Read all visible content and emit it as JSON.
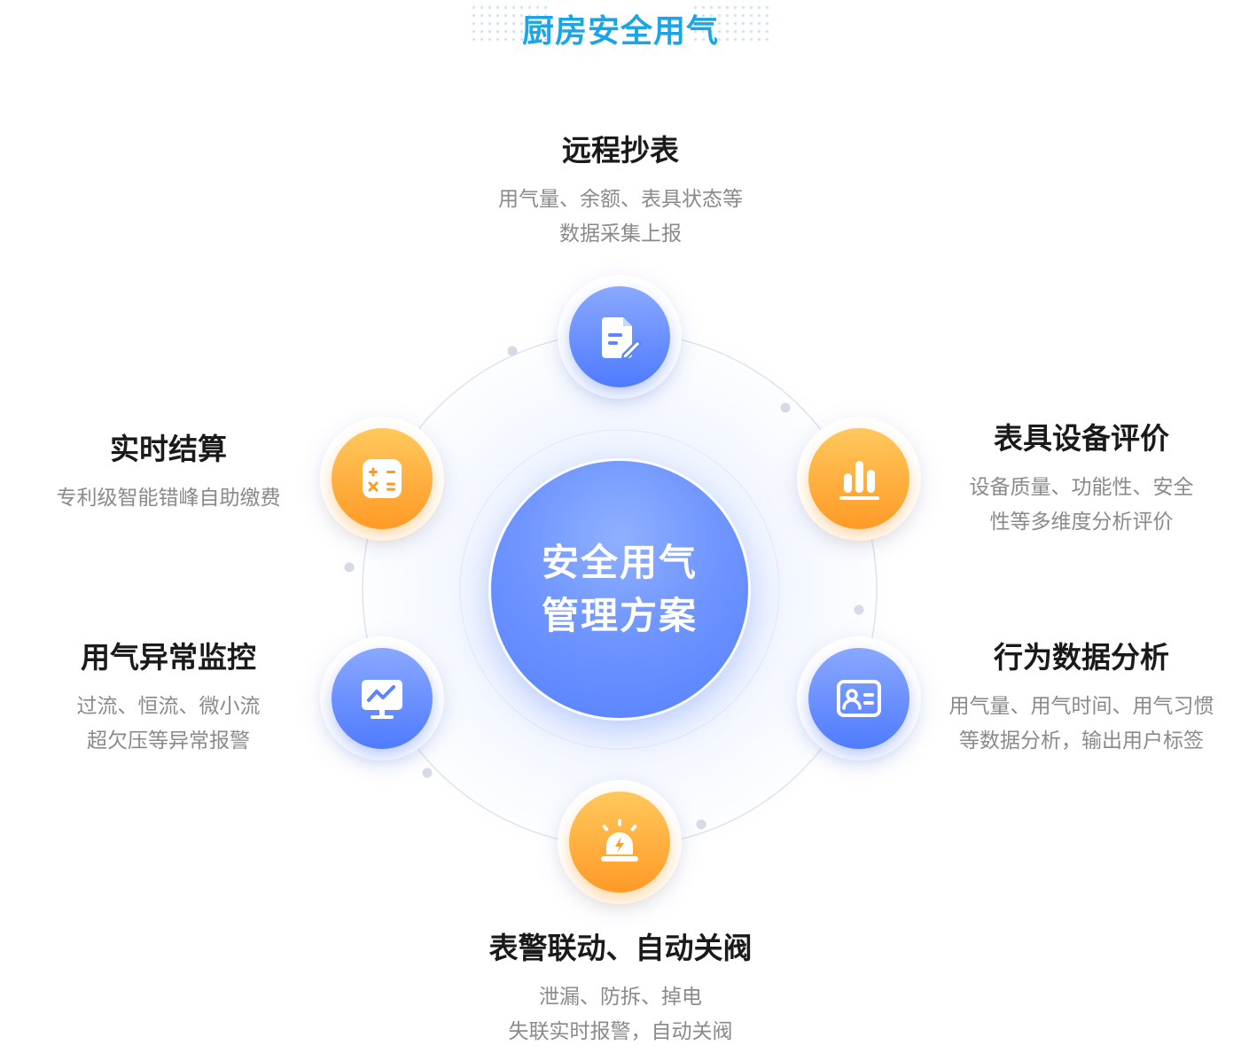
{
  "header": {
    "title": "厨房安全用气"
  },
  "center": {
    "line1": "安全用气",
    "line2": "管理方案"
  },
  "features": [
    {
      "title": "远程抄表",
      "desc1": "用气量、余额、表具状态等",
      "desc2": "数据采集上报",
      "icon": "document-edit-icon",
      "theme": "blue"
    },
    {
      "title": "表具设备评价",
      "desc1": "设备质量、功能性、安全",
      "desc2": "性等多维度分析评价",
      "icon": "bar-chart-icon",
      "theme": "orange"
    },
    {
      "title": "行为数据分析",
      "desc1": "用气量、用气时间、用气习惯",
      "desc2": "等数据分析，输出用户标签",
      "icon": "user-card-icon",
      "theme": "blue"
    },
    {
      "title": "表警联动、自动关阀",
      "desc1": "泄漏、防拆、掉电",
      "desc2": "失联实时报警，自动关阀",
      "icon": "alarm-light-icon",
      "theme": "orange"
    },
    {
      "title": "用气异常监控",
      "desc1": "过流、恒流、微小流",
      "desc2": "超欠压等异常报警",
      "icon": "monitor-chart-icon",
      "theme": "blue"
    },
    {
      "title": "实时结算",
      "desc1": "专利级智能错峰自助缴费",
      "icon": "calculator-icon",
      "theme": "orange"
    }
  ],
  "colors": {
    "header": "#1aa6e6",
    "blue": "#4f7bff",
    "orange": "#ff9a26",
    "title_text": "#1a1a1a",
    "desc_text": "#8a8a8a"
  }
}
